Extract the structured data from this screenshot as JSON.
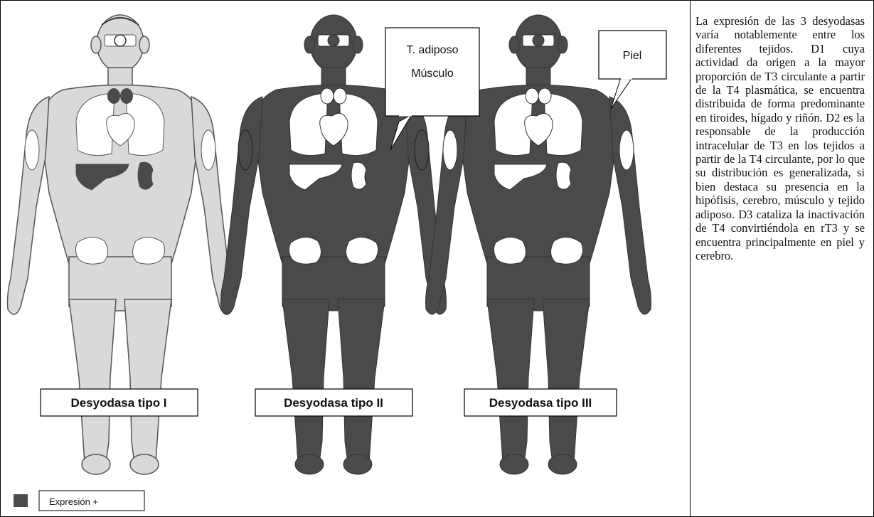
{
  "figures": [
    {
      "label": "Desyodasa tipo I",
      "callout": []
    },
    {
      "label": "Desyodasa tipo II",
      "callout": [
        "T. adiposo",
        "Músculo"
      ]
    },
    {
      "label": "Desyodasa tipo III",
      "callout": [
        "Piel"
      ]
    }
  ],
  "legend": {
    "label": "Expresión +"
  },
  "caption": "La expresión de las 3 desyodasas varía notablemente entre los diferentes tejidos. D1 cuya actividad da origen a la mayor proporción de T3 circulante a partir de la T4 plasmática, se encuentra distribuida de forma predominante en tiroides, hígado y riñón. D2 es la responsable de la producción intracelular de T3 en los tejidos a partir de la T4 circulante, por lo que su distribución es generalizada, si bien destaca su presencia en la hipófisis, cerebro, músculo y tejido adiposo. D3 cataliza la inactivación de T4 convirtiéndola en rT3 y se encuentra principalmente en piel y cerebro.",
  "colors": {
    "expressed": "#4a4a4a",
    "light": "#d9d9d9",
    "organ": "#ffffff"
  }
}
